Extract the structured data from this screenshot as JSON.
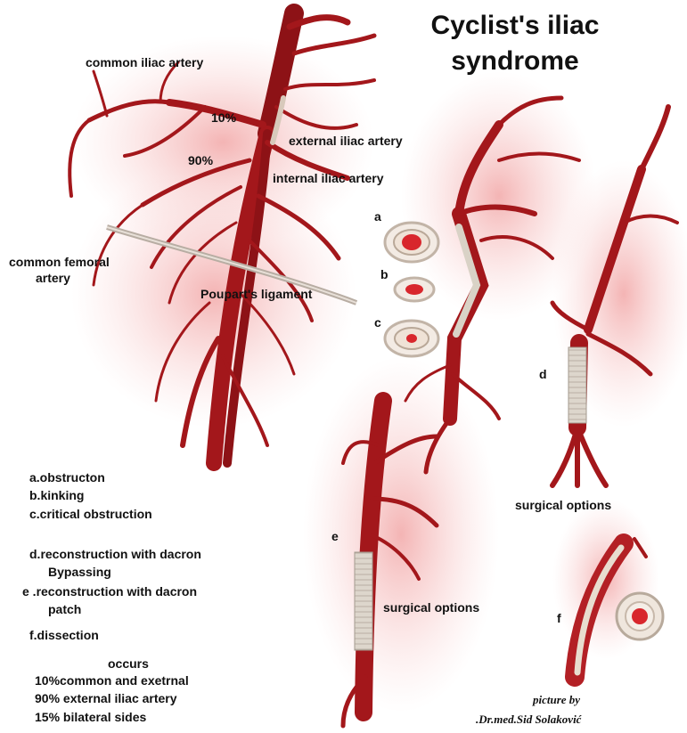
{
  "title": {
    "line1": "Cyclist's iliac",
    "line2": "syndrome"
  },
  "anatomy_labels": {
    "common_iliac": "common iliac artery",
    "pct_10": "10%",
    "pct_90": "90%",
    "external_iliac": "external iliac artery",
    "internal_iliac": "internal iliac artery",
    "common_femoral_1": "common femoral",
    "common_femoral_2": "artery",
    "poupart": "Poupart's ligament"
  },
  "markers": {
    "a": "a",
    "b": "b",
    "c": "c",
    "d": "d",
    "e": "e",
    "f": "f"
  },
  "legend": {
    "a": "a.obstructon",
    "b": "b.kinking",
    "c": "c.critical obstruction",
    "d1": "d.reconstruction with dacron",
    "d2": "Bypassing",
    "e1": "e .reconstruction with dacron",
    "e2": "patch",
    "f": "f.dissection"
  },
  "occurs": {
    "heading": "occurs",
    "line1": "10%common and exetrnal",
    "line2": "90% external iliac artery",
    "line3": "15% bilateral sides"
  },
  "surgical_1": "surgical options",
  "surgical_2": "surgical options",
  "credit": {
    "line1": "picture by",
    "line2": ".Dr.med.Sid Solaković"
  },
  "colors": {
    "artery": "#a3171b",
    "artery_dark": "#7a0f12",
    "halo": "#f4b7b7",
    "graft": "#d9d2c6",
    "ring": "#c8bcb0"
  }
}
